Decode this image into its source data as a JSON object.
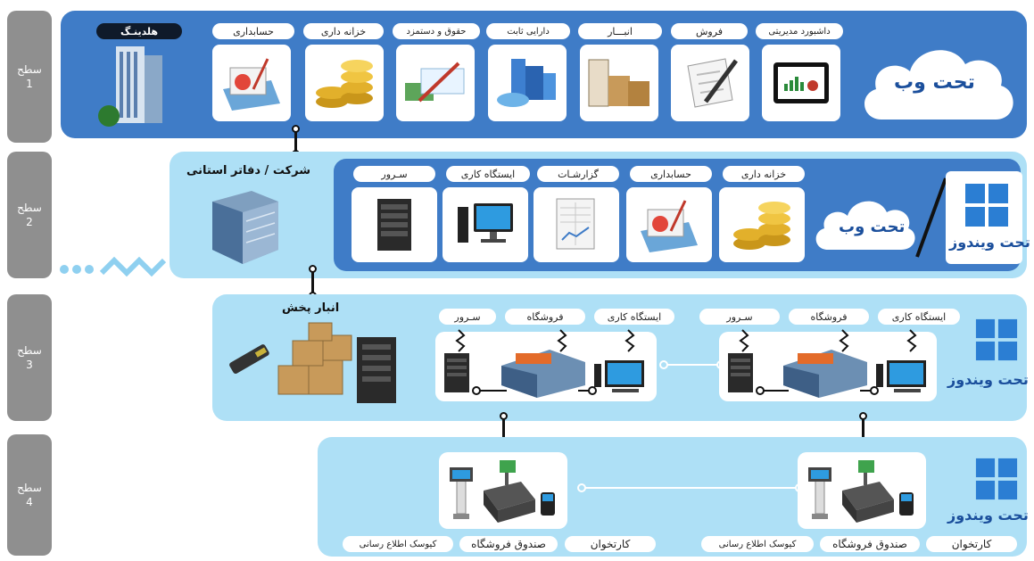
{
  "levels": [
    {
      "label": "سطح",
      "num": "1"
    },
    {
      "label": "سطح",
      "num": "2"
    },
    {
      "label": "سطح",
      "num": "3"
    },
    {
      "label": "سطح",
      "num": "4"
    }
  ],
  "level1": {
    "cloud_text": "تحت وب",
    "holding_label": "هلدینـگ",
    "modules": [
      "داشبورد مدیریتی",
      "فروش",
      "انبـــار",
      "دارایی ثابت",
      "حقوق و دستمزد",
      "خزانه داری",
      "حسابداری"
    ]
  },
  "level2": {
    "branch_label": "شرکت / دفاتر استانی",
    "cloud_text": "تحت وب",
    "windows_text": "تحت ویندوز",
    "modules": [
      "خزانه داری",
      "حسابداری",
      "گزارشـات",
      "ایستگاه کاری",
      "سـرور"
    ]
  },
  "level3": {
    "warehouse_label": "انبار پخش",
    "windows_text": "تحت ویندوز",
    "store_left": {
      "server": "سـرور",
      "store": "فروشگاه",
      "workstation": "ایستگاه کاری"
    },
    "store_right": {
      "server": "سـرور",
      "store": "فروشگاه",
      "workstation": "ایستگاه کاری"
    }
  },
  "level4": {
    "windows_text": "تحت ویندوز",
    "left": {
      "card": "کارتخوان",
      "pos": "صندوق فروشگاه",
      "kiosk": "کیوسک اطلاع رسانی"
    },
    "right": {
      "card": "کارتخوان",
      "pos": "صندوق فروشگاه",
      "kiosk": "کیوسک اطلاع رسانی"
    }
  },
  "colors": {
    "level1": "#3f7cc7",
    "level2": "#aee0f6",
    "level2_inner": "#3f7cc7",
    "level3": "#aee0f6",
    "level4": "#aee0f6",
    "tab": "#8f8f8f"
  }
}
